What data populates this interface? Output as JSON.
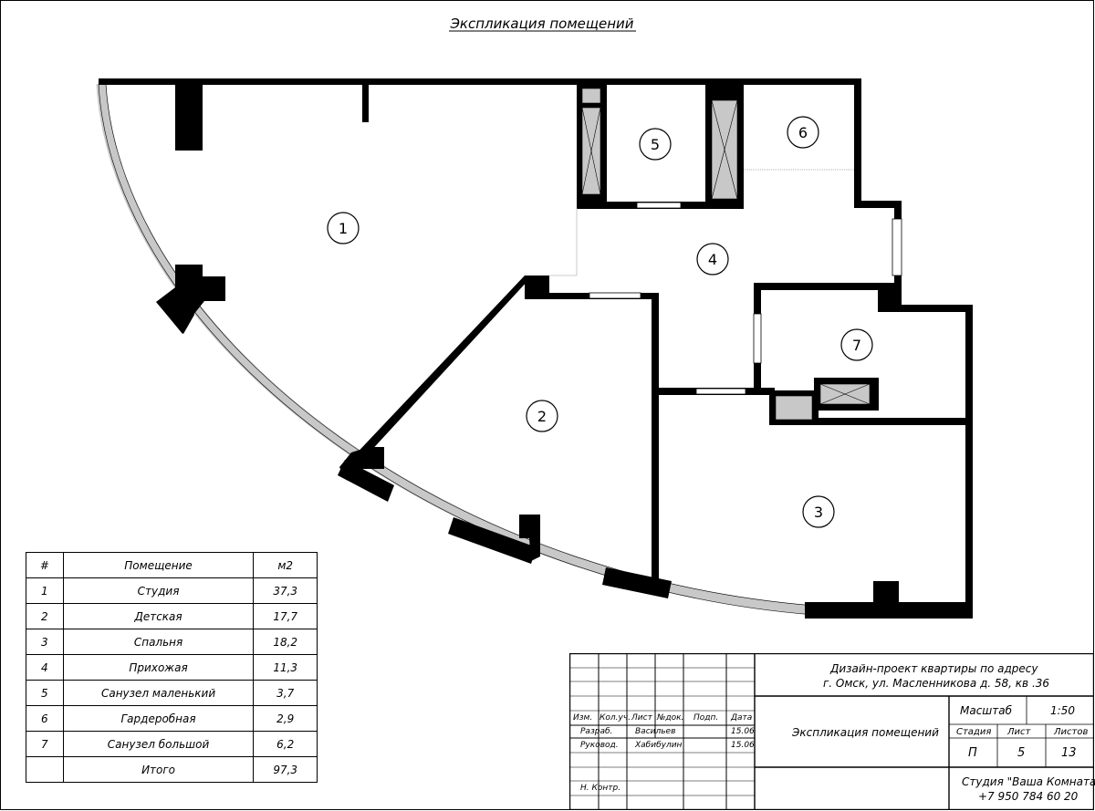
{
  "title": "Экспликация помещений",
  "room_markers": [
    {
      "id": "room-1",
      "label": "1"
    },
    {
      "id": "room-2",
      "label": "2"
    },
    {
      "id": "room-3",
      "label": "3"
    },
    {
      "id": "room-4",
      "label": "4"
    },
    {
      "id": "room-5",
      "label": "5"
    },
    {
      "id": "room-6",
      "label": "6"
    },
    {
      "id": "room-7",
      "label": "7"
    }
  ],
  "table": {
    "headers": [
      "#",
      "Помещение",
      "м2"
    ],
    "rows": [
      [
        "1",
        "Студия",
        "37,3"
      ],
      [
        "2",
        "Детская",
        "17,7"
      ],
      [
        "3",
        "Спальня",
        "18,2"
      ],
      [
        "4",
        "Прихожая",
        "11,3"
      ],
      [
        "5",
        "Санузел маленький",
        "3,7"
      ],
      [
        "6",
        "Гардеробная",
        "2,9"
      ],
      [
        "7",
        "Санузел большой",
        "6,2"
      ],
      [
        "",
        "Итого",
        "97,3"
      ]
    ]
  },
  "stamp": {
    "project_line1": "Дизайн-проект квартиры по адресу",
    "project_line2": "г. Омск, ул. Масленникова д. 58, кв .36",
    "sheet_title": "Экспликация помещений",
    "cols": [
      "Изм.",
      "Кол.уч.",
      "Лист",
      "№док.",
      "Подп.",
      "Дата"
    ],
    "developed_label": "Разраб.",
    "developed_name": "Васильев",
    "developed_date": "15.06",
    "manager_label": "Руковод.",
    "manager_name": "Хабибулин",
    "manager_date": "15.06",
    "control_label": "Н. Контр.",
    "scale_label": "Масштаб",
    "scale_value": "1:50",
    "stage_label": "Стадия",
    "sheet_label": "Лист",
    "sheets_label": "Листов",
    "stage_value": "П",
    "sheet_value": "5",
    "sheets_value": "13",
    "studio_name": "Студия \"Ваша Комната\"",
    "studio_phone": "+7 950 784 60 20"
  }
}
